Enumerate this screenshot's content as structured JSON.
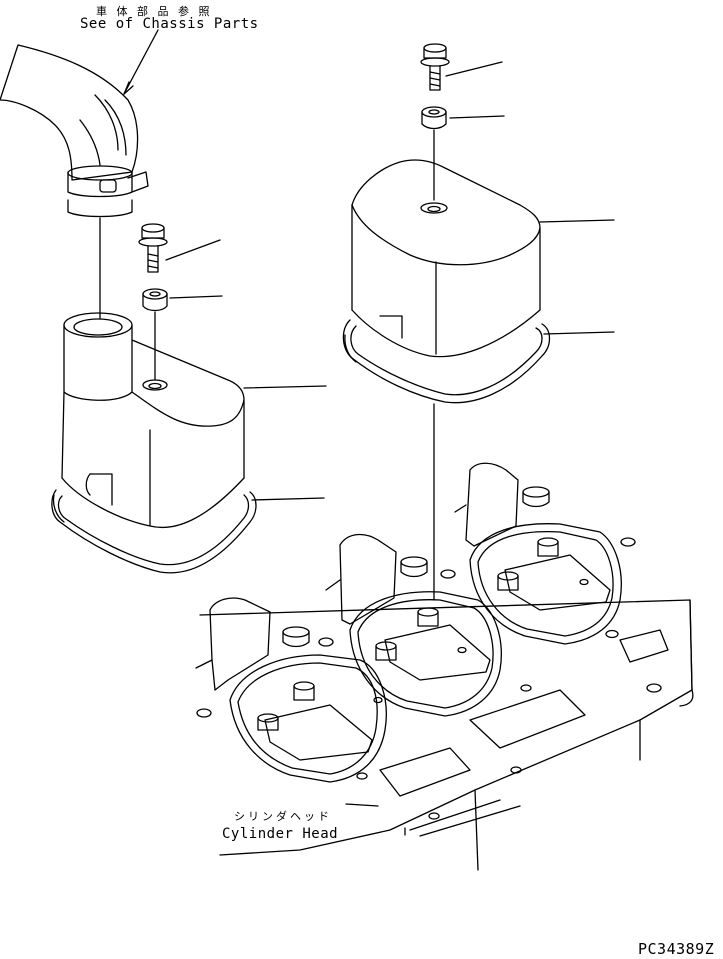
{
  "labels": {
    "chassis_note_jp": "車 体 部 品 参 照",
    "chassis_note_en": "See of Chassis Parts",
    "cylinder_head_jp": "シリンダヘッド",
    "cylinder_head_en": "Cylinder Head",
    "drawing_code": "PC34389Z"
  },
  "colors": {
    "line": "#000000",
    "background": "#ffffff"
  }
}
